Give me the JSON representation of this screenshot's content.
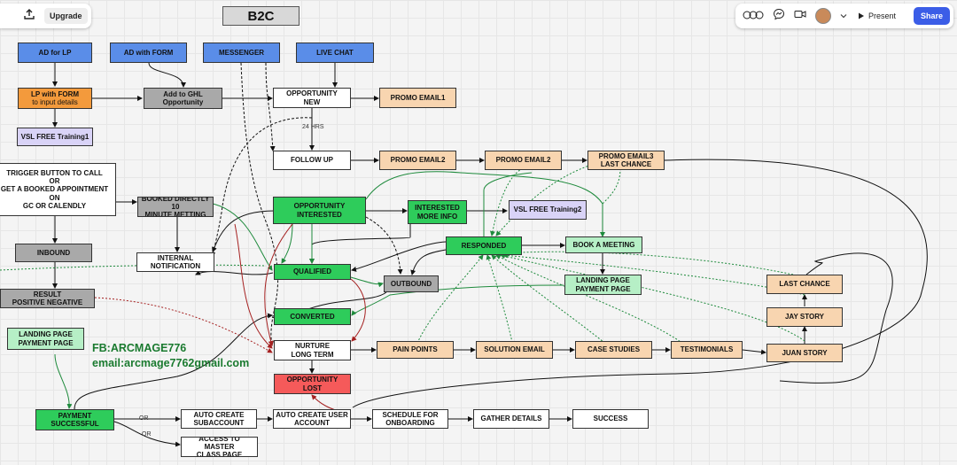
{
  "title": "B2C",
  "toolbar": {
    "upgrade_label": "Upgrade",
    "present_label": "Present",
    "share_label": "Share"
  },
  "contact": {
    "fb": "FB:ARCMAGE776",
    "email": "email:arcmage7762gmail.com"
  },
  "labels": {
    "hrs": "24 HRS",
    "or1": "OR",
    "or2": "OR"
  },
  "nodes": {
    "ad_lp": [
      "AD for LP"
    ],
    "ad_form": [
      "AD with FORM"
    ],
    "messenger": [
      "MESSENGER"
    ],
    "live_chat": [
      "LIVE CHAT"
    ],
    "lp_form": [
      "LP with FORM",
      "to input details"
    ],
    "add_ghl": [
      "Add to GHL",
      "Opportunity"
    ],
    "opp_new": [
      "OPPORTUNITY",
      "NEW"
    ],
    "promo1": [
      "PROMO EMAIL1"
    ],
    "vsl1": [
      "VSL FREE Training1"
    ],
    "follow_up": [
      "FOLLOW UP"
    ],
    "promo2a": [
      "PROMO EMAIL2"
    ],
    "promo2b": [
      "PROMO EMAIL2"
    ],
    "promo3": [
      "PROMO EMAIL3",
      "LAST CHANCE"
    ],
    "trigger": [
      "TRIGGER BUTTON TO CALL",
      "OR",
      "GET A BOOKED APPOINTMENT ON",
      "GC OR CALENDLY"
    ],
    "booked": [
      "BOOKED DIRECTLY 10",
      "MINUTE METTING"
    ],
    "opp_int": [
      "OPPORTUNITY",
      "INTERESTED"
    ],
    "int_more": [
      "INTERESTED",
      "MORE INFO"
    ],
    "vsl2": [
      "VSL FREE Training2"
    ],
    "inbound": [
      "INBOUND"
    ],
    "int_notif": [
      "INTERNAL",
      "NOTIFICATION"
    ],
    "responded": [
      "RESPONDED"
    ],
    "book_meet": [
      "BOOK A MEETING"
    ],
    "qualified": [
      "QUALIFIED"
    ],
    "outbound": [
      "OUTBOUND"
    ],
    "lp_pay2": [
      "LANDING PAGE",
      "PAYMENT PAGE"
    ],
    "result": [
      "RESULT",
      "POSITIVE      NEGATIVE"
    ],
    "last_chance": [
      "LAST CHANCE"
    ],
    "converted": [
      "CONVERTED"
    ],
    "jay": [
      "JAY STORY"
    ],
    "lp_pay1": [
      "LANDING PAGE",
      "PAYMENT PAGE"
    ],
    "nurture": [
      "NURTURE",
      "LONG TERM"
    ],
    "pain": [
      "PAIN POINTS"
    ],
    "solution": [
      "SOLUTION EMAIL"
    ],
    "case": [
      "CASE STUDIES"
    ],
    "testi": [
      "TESTIMONIALS"
    ],
    "juan": [
      "JUAN STORY"
    ],
    "opp_lost": [
      "OPPORTUNITY",
      "LOST"
    ],
    "pay_success": [
      "PAYMENT",
      "SUCCESSFUL"
    ],
    "auto_sub": [
      "AUTO CREATE",
      "SUBACCOUNT"
    ],
    "auto_user": [
      "AUTO CREATE USER",
      "ACCOUNT"
    ],
    "schedule": [
      "SCHEDULE FOR",
      "ONBOARDING"
    ],
    "gather": [
      "GATHER DETAILS"
    ],
    "success": [
      "SUCCESS"
    ],
    "access": [
      "ACCESS TO MASTER",
      "CLASS PAGE"
    ]
  }
}
